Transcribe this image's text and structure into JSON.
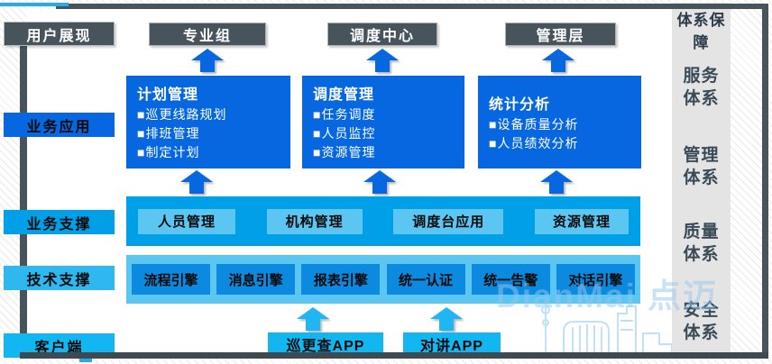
{
  "colors": {
    "dark_slate": "#47545B",
    "primary_blue": "#0667E0",
    "bright_blue": "#00A0E9",
    "light_blue": "#5BC6F2",
    "mid_blue": "#0B8ADF",
    "cyan_blue": "#12B7F2",
    "panel_gray": "#E4E4E4",
    "accent_cyan": "#29ABE2"
  },
  "left_labels": {
    "user_presentation": "用户展现",
    "business_application": "业务应用",
    "business_support": "业务支撑",
    "technical_support": "技术支撑",
    "client": "客户端"
  },
  "user_groups": [
    "专业组",
    "调度中心",
    "管理层"
  ],
  "applications": [
    {
      "title": "计划管理",
      "items": [
        "■巡更线路规划",
        "■排班管理",
        "■制定计划"
      ]
    },
    {
      "title": "调度管理",
      "items": [
        "■任务调度",
        "■人员监控",
        "■资源管理"
      ]
    },
    {
      "title": "统计分析",
      "items": [
        "■设备质量分析",
        "■人员绩效分析"
      ]
    }
  ],
  "business_support_modules": [
    "人员管理",
    "机构管理",
    "调度台应用",
    "资源管理"
  ],
  "technical_engines": [
    "流程引擎",
    "消息引擎",
    "报表引擎",
    "统一认证",
    "统一告警",
    "对话引擎"
  ],
  "client_apps": [
    "巡更查APP",
    "对讲APP"
  ],
  "assurance": {
    "header": "体系保障",
    "items": [
      "服务体系",
      "管理体系",
      "质量体系",
      "安全体系"
    ]
  },
  "watermark": "DianMai 点迈"
}
